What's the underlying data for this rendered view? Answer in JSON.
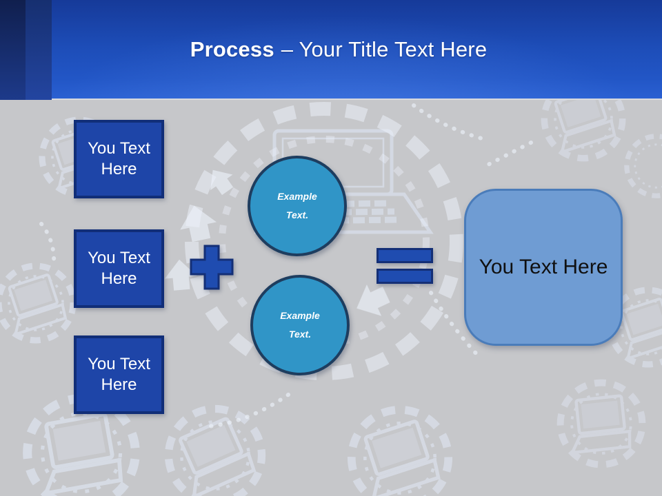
{
  "header": {
    "title_bold": "Process",
    "title_rest": "– Your Title Text Here"
  },
  "diagram": {
    "input_boxes": [
      {
        "label": "You Text Here"
      },
      {
        "label": "You Text Here"
      },
      {
        "label": "You Text Here"
      }
    ],
    "example_circles": [
      {
        "label": "Example Text."
      },
      {
        "label": "Example Text."
      }
    ],
    "result_box": {
      "label": "You Text Here"
    },
    "icons": {
      "plus": "plus-icon",
      "equals": "equals-icon",
      "background": "network-laptop-pattern"
    },
    "colors": {
      "header_blue": "#1d4db8",
      "header_stripe_dark": "#101f4e",
      "canvas_gray": "#c6c7ca",
      "box_fill": "#1e45a8",
      "box_border": "#112e78",
      "operator_fill": "#1f4cb0",
      "operator_border": "#142f76",
      "circle_fill": "#3095c7",
      "circle_border": "#1e3d5f",
      "result_fill": "#6f9cd3",
      "result_border": "#4a7cba",
      "text_light": "#ffffff",
      "text_dark": "#101010"
    }
  }
}
